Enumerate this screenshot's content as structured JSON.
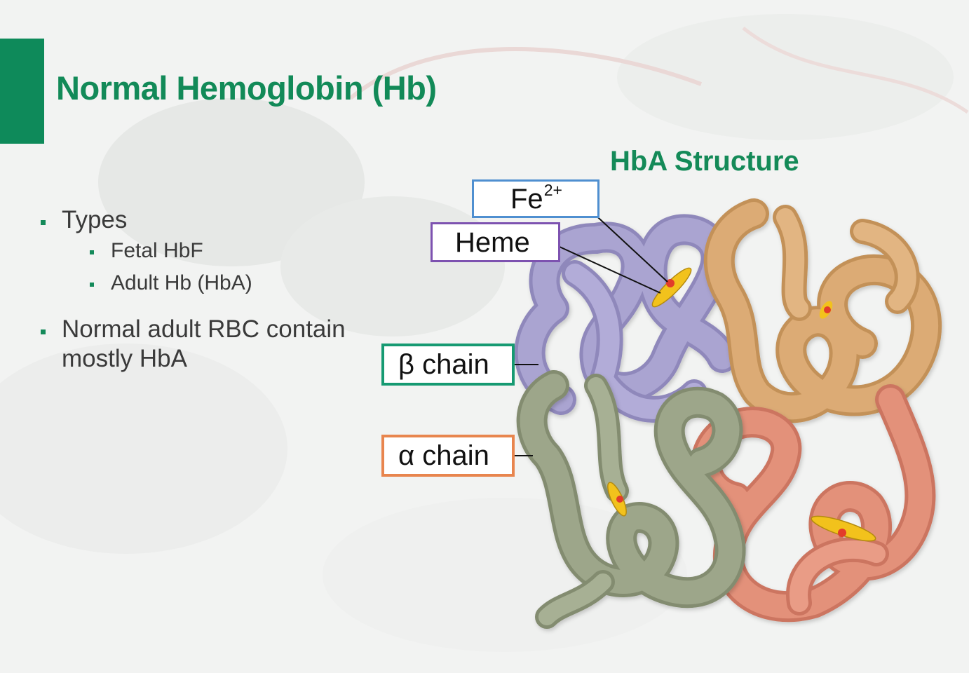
{
  "slide": {
    "title": "Normal Hemoglobin (Hb)",
    "bullets": {
      "types": "Types",
      "types_sub": [
        "Fetal HbF",
        "Adult Hb (HbA)"
      ],
      "normal": "Normal adult RBC contain mostly HbA"
    }
  },
  "diagram": {
    "title": "HbA Structure",
    "labels": {
      "fe": "Fe",
      "fe_charge": "2+",
      "heme": "Heme",
      "beta": "β chain",
      "alpha": "α chain"
    }
  },
  "colors": {
    "accent_green": "#0e8a5a",
    "beta_chain_purple": "#a6a0cc",
    "beta_chain_tan": "#d6a66e",
    "alpha_chain_green": "#99a287",
    "alpha_chain_salmon": "#df8c74",
    "heme_yellow": "#f2c21c",
    "iron_red": "#e23c2a"
  }
}
